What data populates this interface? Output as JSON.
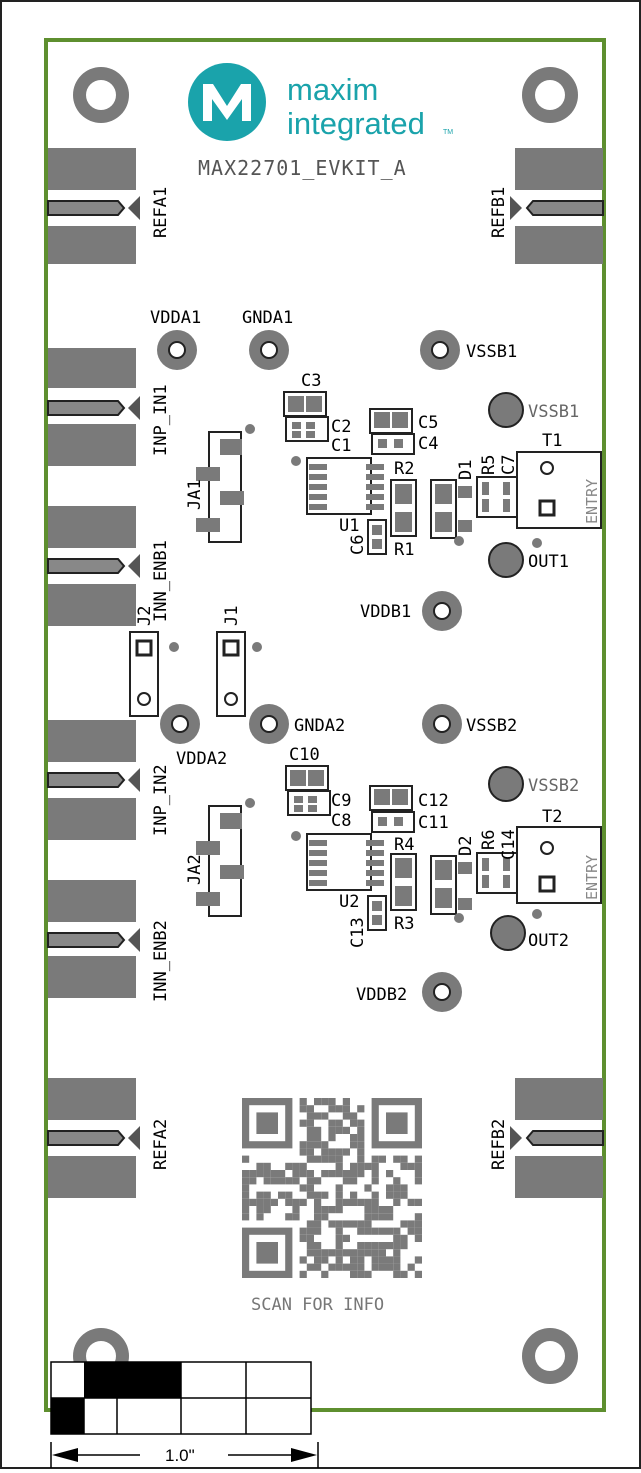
{
  "logo": {
    "line1": "maxim",
    "line2": "integrated",
    "tm": "TM",
    "colors": {
      "brand": "#1aa3ab",
      "board": "#5e8f2f",
      "copper": "#7a7a7a"
    }
  },
  "board_name": "MAX22701_EVKIT_A",
  "edge_labels": {
    "refa1": "REFA1",
    "refb1": "REFB1",
    "inp_in1": "INP_IN1",
    "inn_enb1": "INN_ENB1",
    "inp_in2": "INP_IN2",
    "inn_enb2": "INN_ENB2",
    "refa2": "REFA2",
    "refb2": "REFB2"
  },
  "test_points": {
    "vdda1": "VDDA1",
    "gnda1": "GNDA1",
    "vssb1": "VSSB1",
    "vssb1_b": "VSSB1",
    "out1": "OUT1",
    "vddb1": "VDDB1",
    "vdda2": "VDDA2",
    "gnda2": "GNDA2",
    "vssb2": "VSSB2",
    "vssb2_b": "VSSB2",
    "out2": "OUT2",
    "vddb2": "VDDB2"
  },
  "components": {
    "c3": "C3",
    "c2": "C2",
    "c1": "C1",
    "c5": "C5",
    "c4": "C4",
    "r2": "R2",
    "d1": "D1",
    "r5": "R5",
    "c7": "C7",
    "t1": "T1",
    "u1": "U1",
    "c6": "C6",
    "r1": "R1",
    "ja1": "JA1",
    "j1": "J1",
    "j2": "J2",
    "c10": "C10",
    "c9": "C9",
    "c8": "C8",
    "c12": "C12",
    "c11": "C11",
    "r4": "R4",
    "d2": "D2",
    "r6": "R6",
    "c14": "C14",
    "t2": "T2",
    "u2": "U2",
    "c13": "C13",
    "r3": "R3",
    "ja2": "JA2"
  },
  "entry": "ENTRY",
  "scan_text": "SCAN FOR INFO",
  "scale_label": "1.0\""
}
